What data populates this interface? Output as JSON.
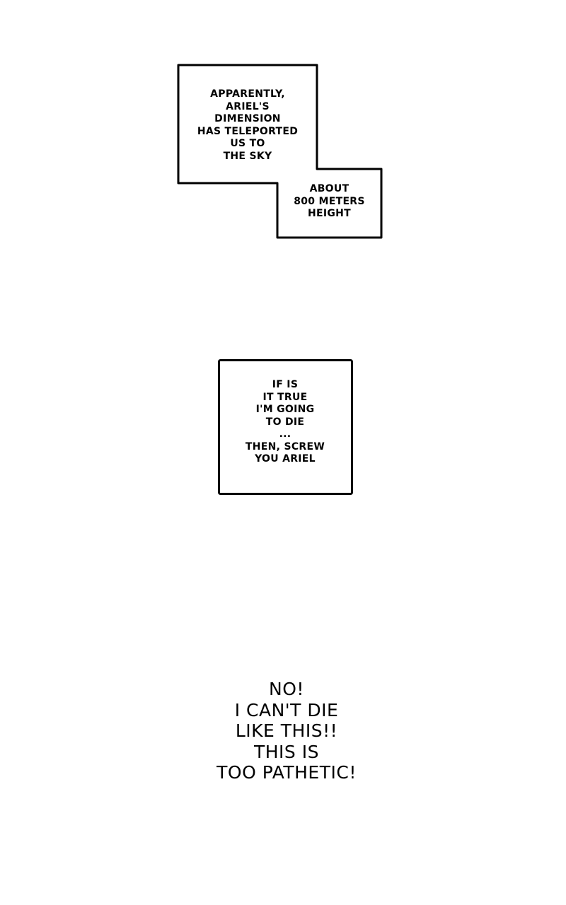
{
  "captions": {
    "first": [
      "APPARENTLY,",
      "ARIEL'S",
      "DIMENSION",
      "HAS TELEPORTED",
      "US TO",
      "THE SKY"
    ],
    "second": [
      "ABOUT",
      "800 METERS",
      "HEIGHT"
    ],
    "third": [
      "IF IS",
      "IT TRUE",
      "I'M GOING",
      "TO DIE",
      "...",
      "THEN, SCREW",
      "YOU ARIEL"
    ]
  },
  "dialogue": {
    "shout": [
      "NO!",
      "I CAN'T DIE",
      "LIKE THIS!!",
      "THIS IS",
      "TOO PATHETIC!"
    ]
  }
}
